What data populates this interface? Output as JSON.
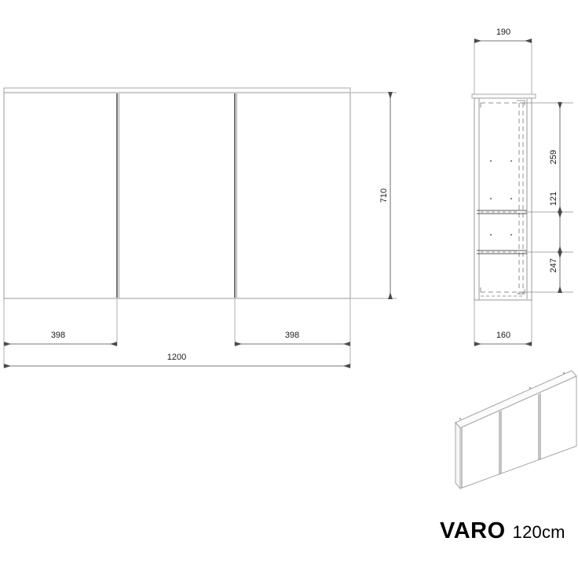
{
  "title": {
    "model": "VARO",
    "size": "120cm"
  },
  "units": "mm",
  "front_view": {
    "name": "front-elevation",
    "width_label": "1200",
    "height_label": "710",
    "left_door_label": "398",
    "right_door_label": "398",
    "doors": 3
  },
  "side_view": {
    "name": "side-section",
    "depth_top_label": "190",
    "depth_bottom_label": "160",
    "compartment_top_label": "259",
    "compartment_middle_label": "121",
    "compartment_bottom_label": "247"
  },
  "iso_view": {
    "name": "isometric-perspective",
    "doors": 3
  },
  "colors": {
    "line": "#9a9a9a",
    "line_dark": "#333333",
    "dimension": "#4a4a4a",
    "text": "#1a1a1a",
    "background": "#ffffff"
  }
}
